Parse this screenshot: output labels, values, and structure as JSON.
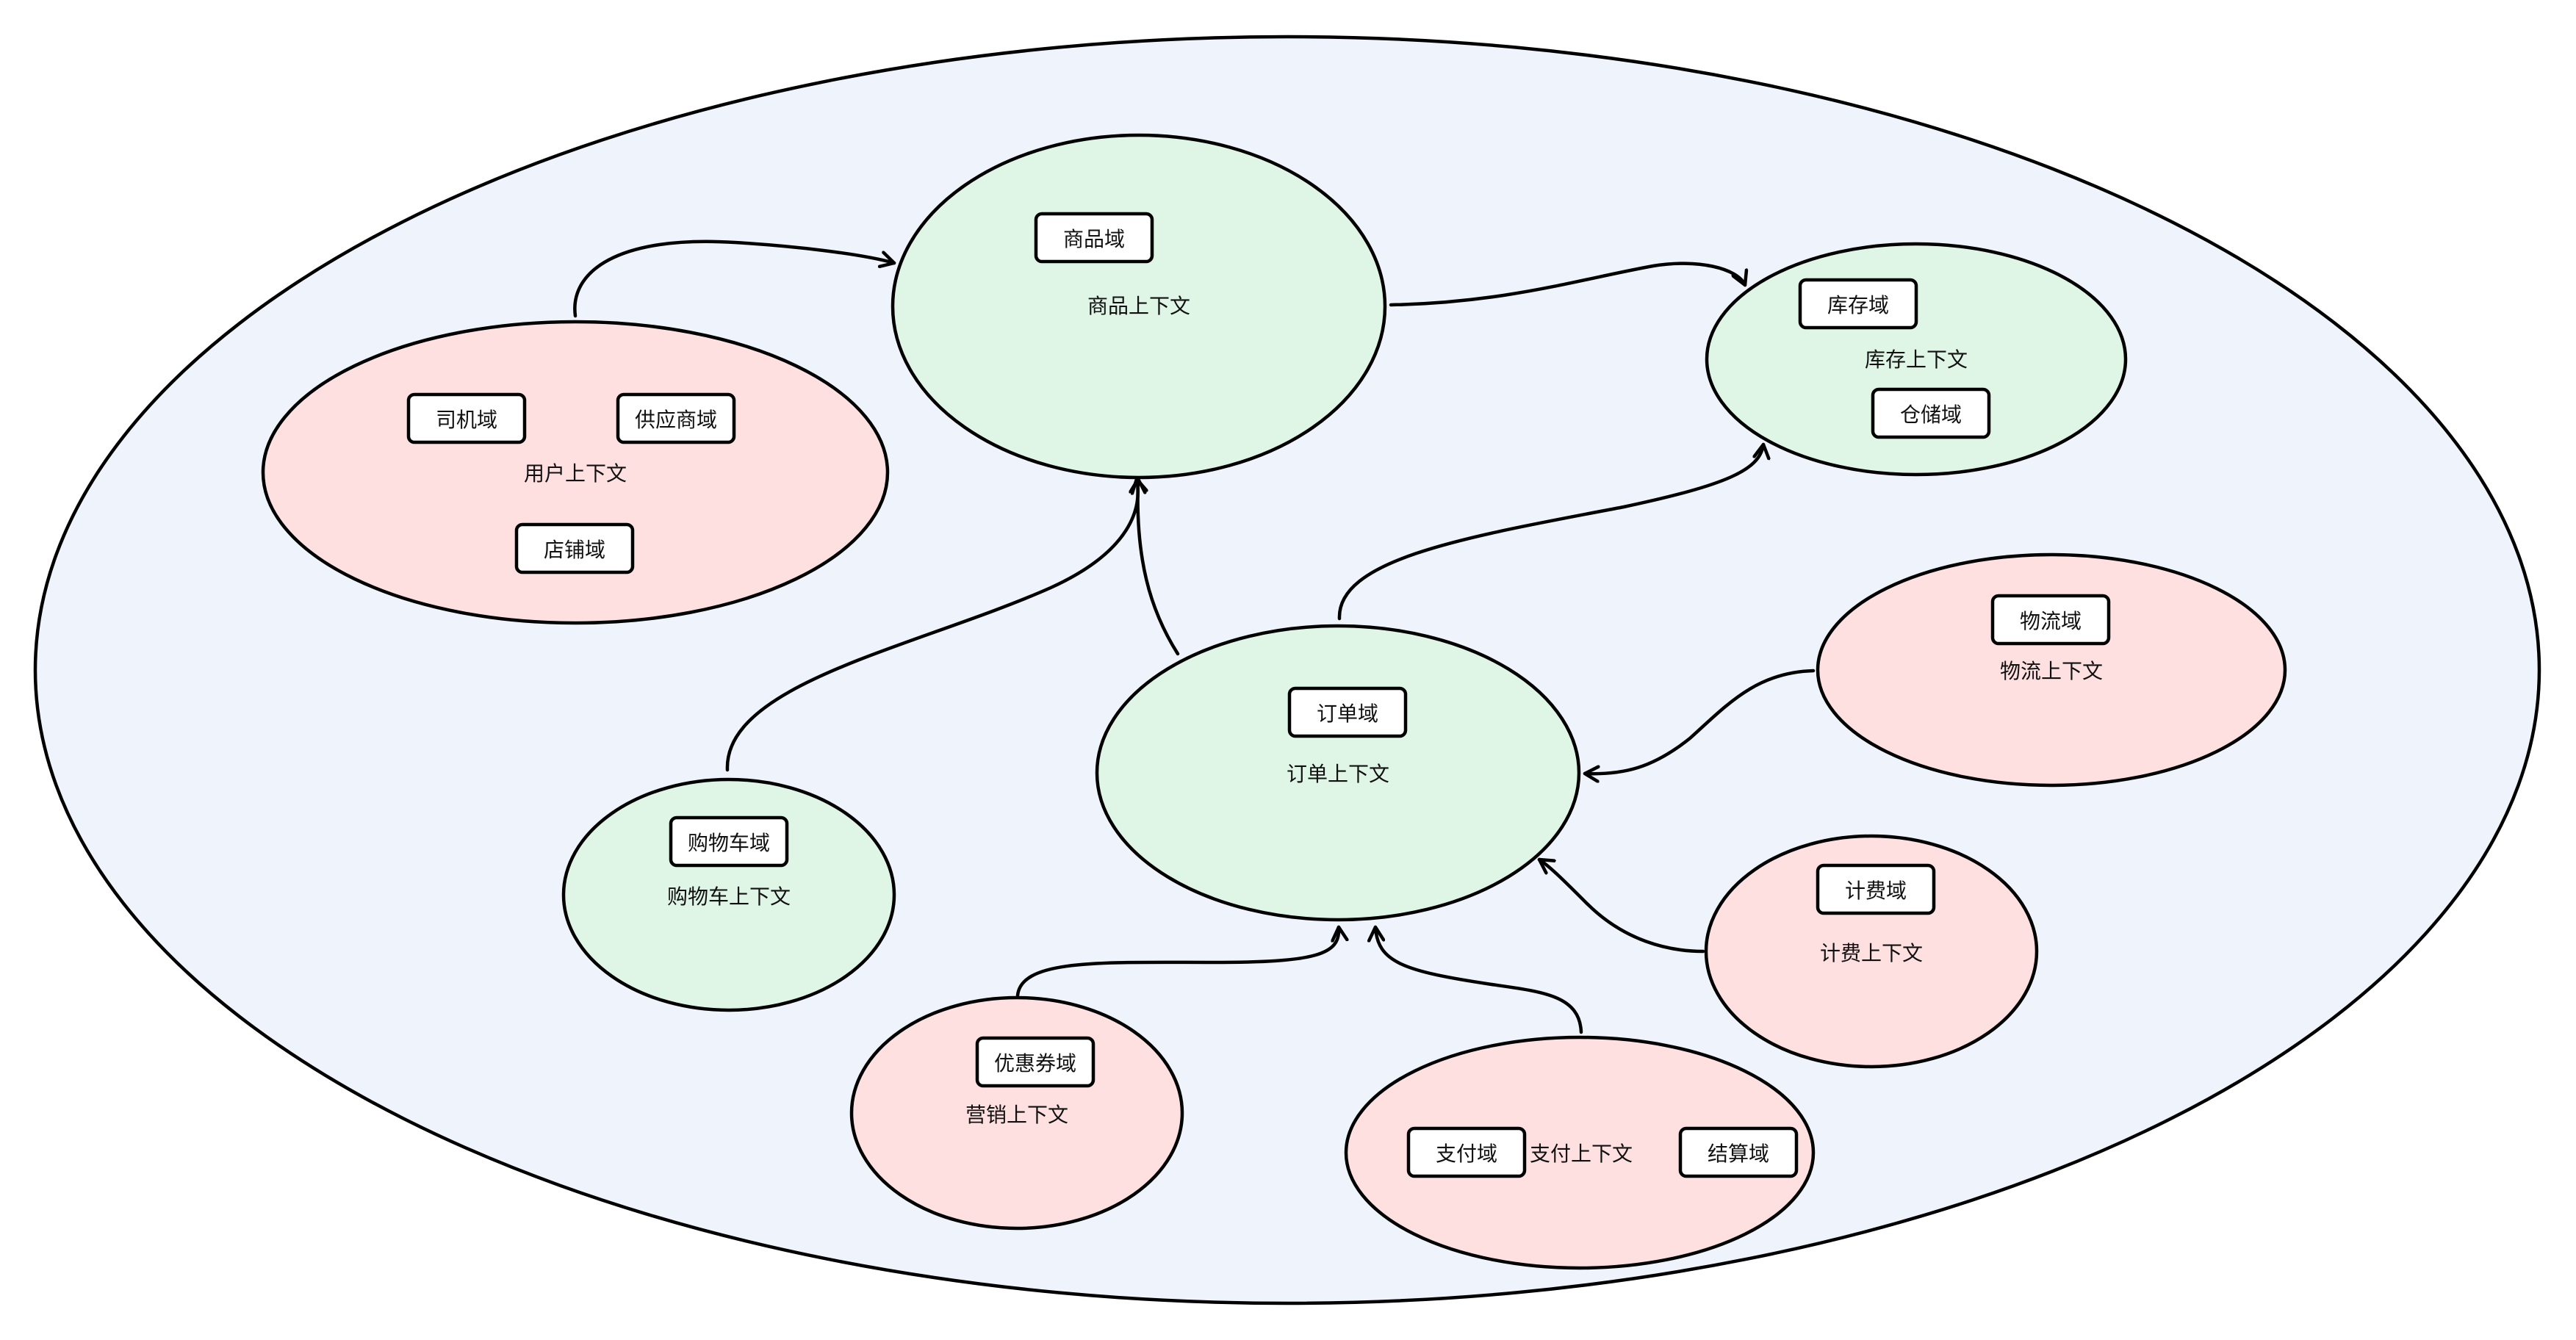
{
  "colors": {
    "outer_fill": "#eef3fc",
    "green_fill": "#dff5e6",
    "pink_fill": "#ffe0e1",
    "stroke": "#000000"
  },
  "contexts": {
    "product": {
      "label": "商品上下文",
      "domains": [
        "商品域"
      ]
    },
    "user": {
      "label": "用户上下文",
      "domains": [
        "司机域",
        "供应商域",
        "店铺域"
      ]
    },
    "inventory": {
      "label": "库存上下文",
      "domains": [
        "库存域",
        "仓储域"
      ]
    },
    "order": {
      "label": "订单上下文",
      "domains": [
        "订单域"
      ]
    },
    "cart": {
      "label": "购物车上下文",
      "domains": [
        "购物车域"
      ]
    },
    "logistics": {
      "label": "物流上下文",
      "domains": [
        "物流域"
      ]
    },
    "billing": {
      "label": "计费上下文",
      "domains": [
        "计费域"
      ]
    },
    "marketing": {
      "label": "营销上下文",
      "domains": [
        "优惠券域"
      ]
    },
    "payment": {
      "label": "支付上下文",
      "domains": [
        "支付域",
        "结算域"
      ]
    }
  },
  "edges": [
    {
      "from": "user",
      "to": "product"
    },
    {
      "from": "product",
      "to": "inventory"
    },
    {
      "from": "cart",
      "to": "product"
    },
    {
      "from": "order",
      "to": "product"
    },
    {
      "from": "order",
      "to": "inventory"
    },
    {
      "from": "logistics",
      "to": "order"
    },
    {
      "from": "billing",
      "to": "order"
    },
    {
      "from": "marketing",
      "to": "order"
    },
    {
      "from": "payment",
      "to": "order"
    }
  ]
}
